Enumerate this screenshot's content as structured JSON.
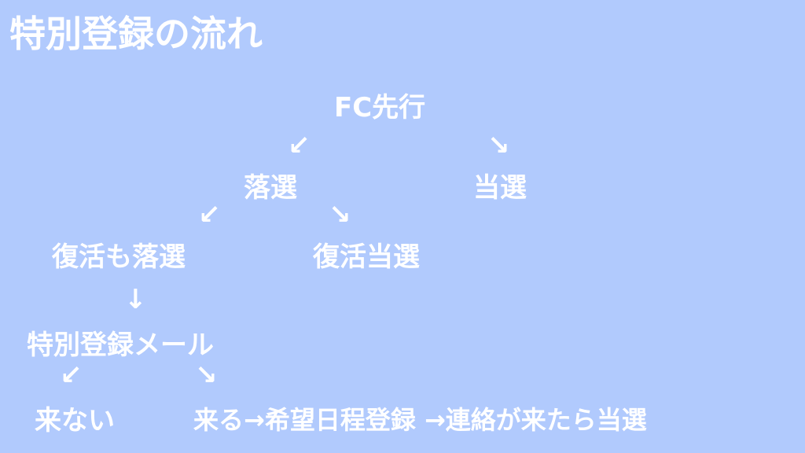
{
  "title": "特別登録の流れ",
  "nodes": {
    "fc_presale": "FC先行",
    "lose_first": "落選",
    "win_first": "当選",
    "lose_revival": "復活も落選",
    "win_revival": "復活当選",
    "special_mail": "特別登録メール",
    "mail_not_come": "来ない",
    "mail_come_flow": "来る→希望日程登録 →連絡が来たら当選"
  },
  "arrows": {
    "down_left": "↙",
    "down_right": "↘",
    "down": "↓"
  }
}
